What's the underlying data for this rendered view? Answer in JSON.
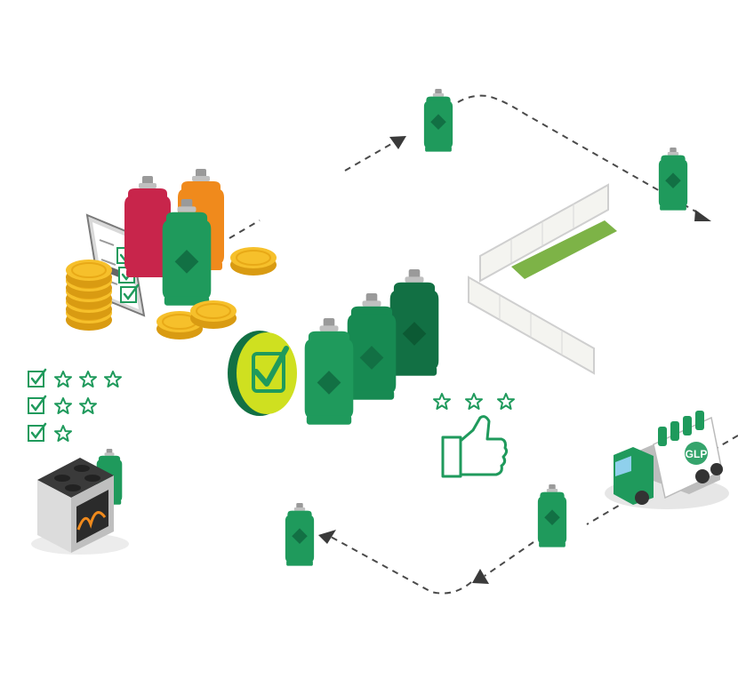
{
  "colors": {
    "green": "#1f9a5c",
    "green_dark": "#127044",
    "green_mid": "#178a52",
    "red": "#c8254b",
    "orange": "#f08a1c",
    "gold": "#f6c02b",
    "gold_dark": "#d99b12",
    "lime": "#cfe020",
    "grass": "#7db347",
    "gray_dark": "#555555",
    "outline_green": "#1f9a5c"
  },
  "icons": {
    "truck_logo": "GLP"
  },
  "ratings": {
    "rows": [
      4,
      3,
      2
    ],
    "thumbs_stars": 3
  }
}
